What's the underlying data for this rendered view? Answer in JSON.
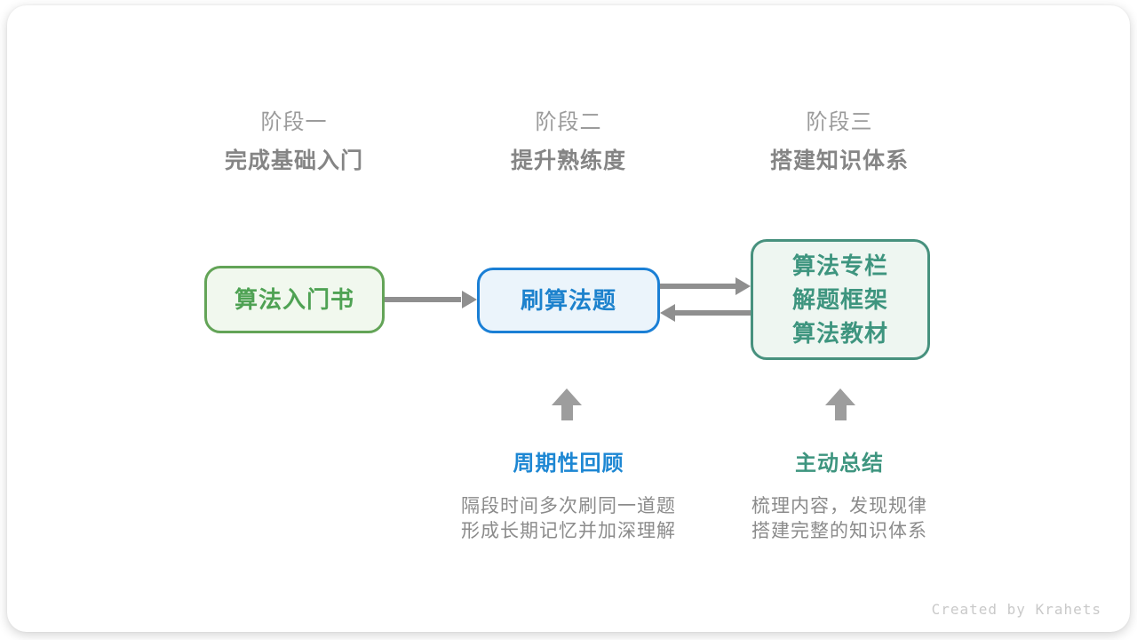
{
  "stages": [
    {
      "label": "阶段一",
      "subtitle": "完成基础入门"
    },
    {
      "label": "阶段二",
      "subtitle": "提升熟练度"
    },
    {
      "label": "阶段三",
      "subtitle": "搭建知识体系"
    }
  ],
  "nodes": [
    {
      "lines": [
        "算法入门书"
      ],
      "border_color": "#63a457",
      "bg_color": "#f1f8ee",
      "text_color": "#4fa254"
    },
    {
      "lines": [
        "刷算法题"
      ],
      "border_color": "#1a7fd5",
      "bg_color": "#ebf4fb",
      "text_color": "#1d82cd"
    },
    {
      "lines": [
        "算法专栏",
        "解题框架",
        "算法教材"
      ],
      "border_color": "#47917e",
      "bg_color": "#eef6f1",
      "text_color": "#3e957f"
    }
  ],
  "annotations": [
    {
      "title": "周期性回顾",
      "title_color": "#1d87d3",
      "lines": [
        "隔段时间多次刷同一道题",
        "形成长期记忆并加深理解"
      ]
    },
    {
      "title": "主动总结",
      "title_color": "#3e957f",
      "lines": [
        "梳理内容，发现规律",
        "搭建完整的知识体系"
      ]
    }
  ],
  "colors": {
    "horizontal_arrow": "#8f8f8f",
    "up_arrow": "#9d9d9d",
    "stage_label": "#9b9b9b",
    "stage_subtitle": "#858585",
    "description_text": "#8b8b8b",
    "credit_text": "#c9c9c9"
  },
  "credit": "Created by Krahets"
}
